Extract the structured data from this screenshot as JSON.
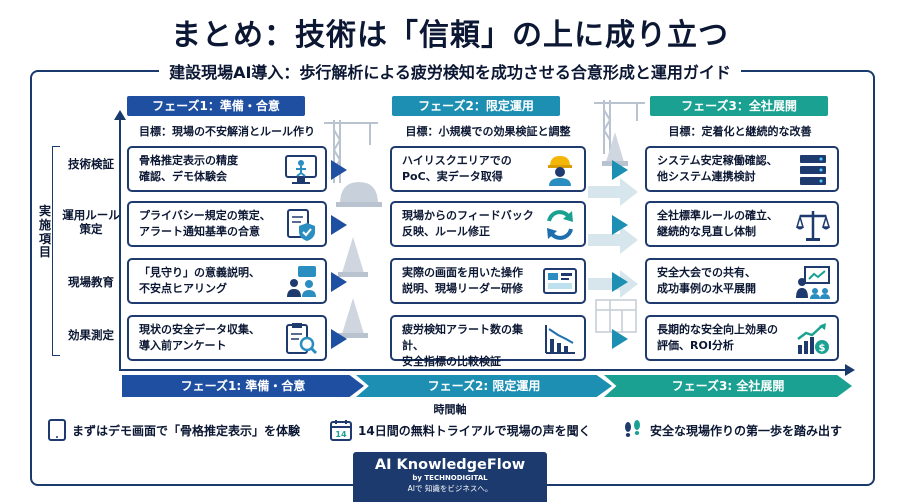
{
  "title": "まとめ：技術は「信頼」の上に成り立つ",
  "subtitle": "建設現場AI導入：歩行解析による疲労検知を成功させる合意形成と運用ガイド",
  "y_axis_label": "実施項目",
  "time_axis_label": "時間軸",
  "rows": [
    {
      "label": "技術検証"
    },
    {
      "label": "運用ルール\n策定"
    },
    {
      "label": "現場教育"
    },
    {
      "label": "効果測定"
    }
  ],
  "phases": [
    {
      "title": "フェーズ1：準備・合意",
      "goal": "目標：現場の不安解消とルール作り",
      "band": "フェーズ1: 準備・合意",
      "color": "#1e4fa0",
      "cards": [
        {
          "text": "骨格推定表示の精度\n確認、デモ体験会",
          "icon": "monitor-person-icon"
        },
        {
          "text": "プライバシー規定の策定、\nアラート通知基準の合意",
          "icon": "document-shield-icon"
        },
        {
          "text": "「見守り」の意義説明、\n不安点ヒアリング",
          "icon": "people-chat-icon"
        },
        {
          "text": "現状の安全データ収集、\n導入前アンケート",
          "icon": "clipboard-search-icon"
        }
      ]
    },
    {
      "title": "フェーズ2：限定運用",
      "goal": "目標：小規模での効果検証と調整",
      "band": "フェーズ2: 限定運用",
      "color": "#1d8fb3",
      "cards": [
        {
          "text": "ハイリスクエリアでの\nPoC、実データ取得",
          "icon": "helmet-worker-icon"
        },
        {
          "text": "現場からのフィードバック\n反映、ルール修正",
          "icon": "refresh-cycle-icon"
        },
        {
          "text": "実際の画面を用いた操作\n説明、現場リーダー研修",
          "icon": "dashboard-screen-icon"
        },
        {
          "text": "疲労検知アラート数の集計、\n安全指標の比較検証",
          "icon": "declining-chart-icon"
        }
      ]
    },
    {
      "title": "フェーズ3：全社展開",
      "goal": "目標：定着化と継続的な改善",
      "band": "フェーズ3: 全社展開",
      "color": "#1aa191",
      "cards": [
        {
          "text": "システム安定稼働確認、\n他システム連携検討",
          "icon": "server-stack-icon"
        },
        {
          "text": "全社標準ルールの確立、\n継続的な見直し体制",
          "icon": "balance-scale-icon"
        },
        {
          "text": "安全大会での共有、\n成功事例の水平展開",
          "icon": "presentation-icon"
        },
        {
          "text": "長期的な安全向上効果の\n評価、ROI分析",
          "icon": "growth-chart-icon"
        }
      ]
    }
  ],
  "steps": [
    {
      "text": "まずはデモ画面で「骨格推定表示」を体験",
      "icon": "tablet-icon"
    },
    {
      "text": "14日間の無料トライアルで現場の声を聞く",
      "icon": "calendar-icon"
    },
    {
      "text": "安全な現場作りの第一歩を踏み出す",
      "icon": "footsteps-icon"
    }
  ],
  "logo": {
    "name": "AI KnowledgeFlow",
    "by": "by TECHNODIGITAL",
    "tagline": "AIで 知識をビジネスへ。"
  },
  "colors": {
    "navy": "#1a3a6e",
    "phase1": "#1e4fa0",
    "phase2": "#1d8fb3",
    "phase3": "#1aa191"
  }
}
